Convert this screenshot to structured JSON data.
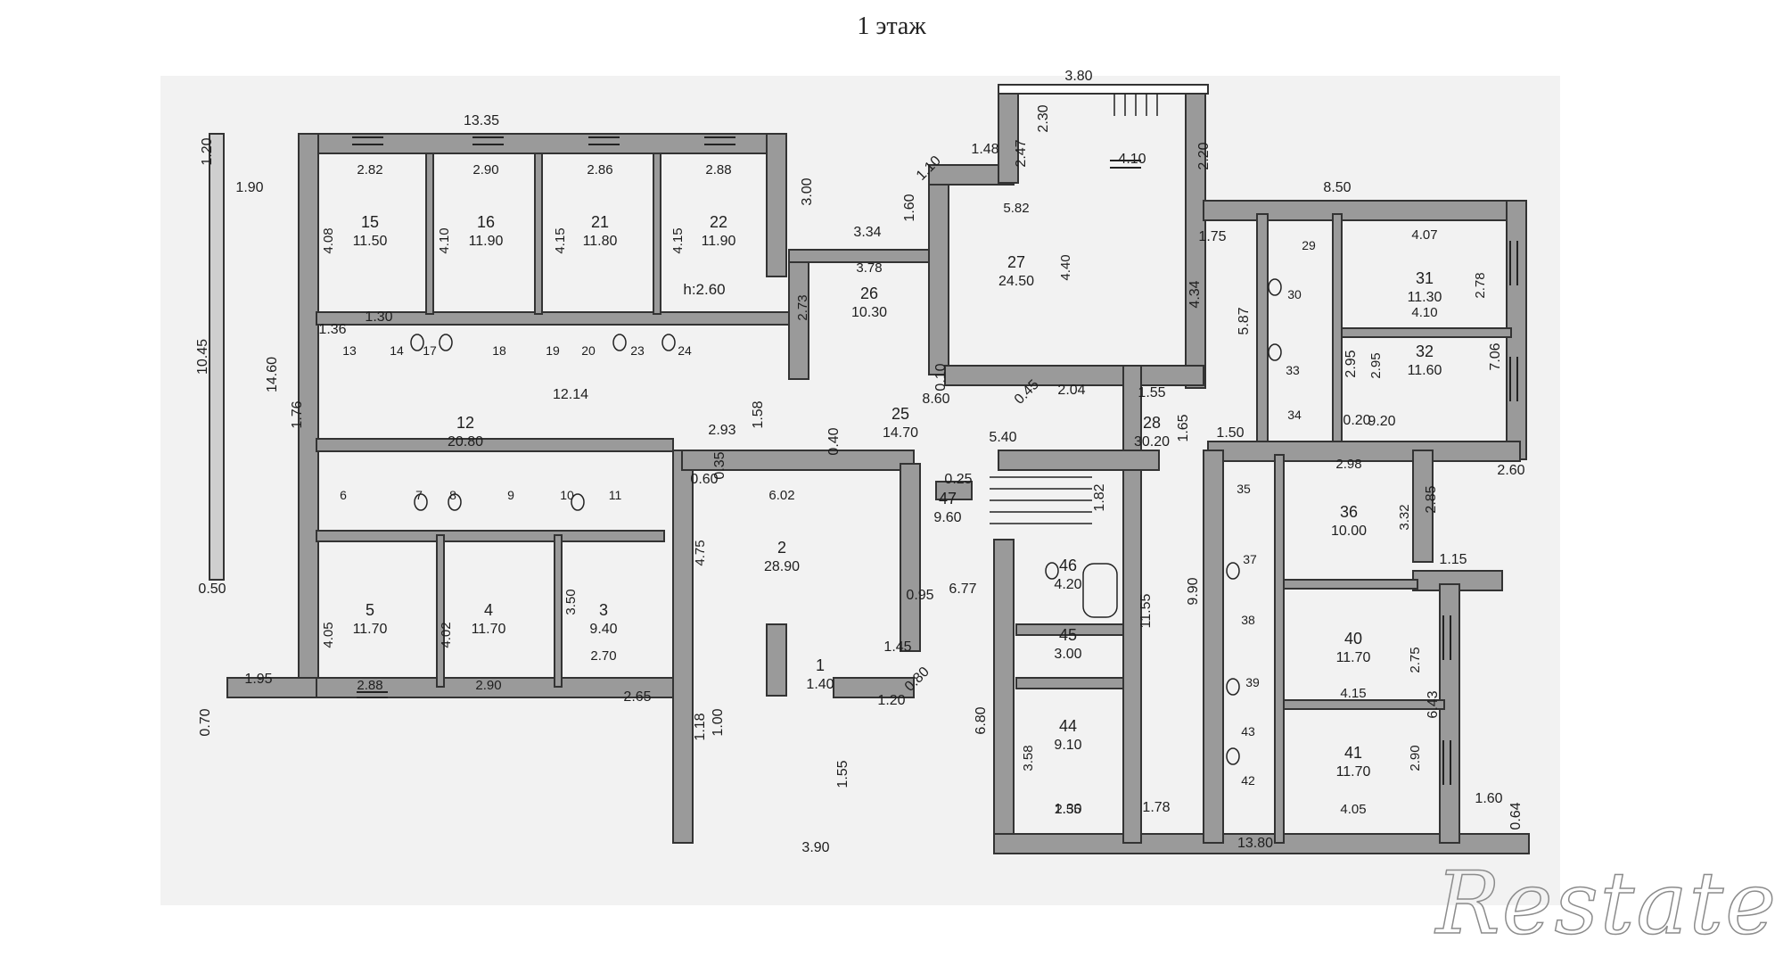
{
  "title": "1 этаж",
  "watermark": "Restate",
  "colors": {
    "wall": "#9a9a9a",
    "wall_stroke": "#333333",
    "ink": "#1e1e1e",
    "paper": "#f2f2f2"
  },
  "ceiling_height": "h:2.60",
  "dimensions": [
    "13.35",
    "1.20",
    "1.90",
    "10.45",
    "14.60",
    "0.50",
    "3.00",
    "1.10",
    "1.60",
    "1.48",
    "2.47",
    "2.30",
    "3.80",
    "4.10",
    "2.20",
    "8.50",
    "1.75",
    "5.87",
    "4.34",
    "7.06",
    "2.95",
    "9.20",
    "2.60",
    "0.20",
    "3.34",
    "1.36",
    "1.30",
    "12.14",
    "1.76",
    "1.58",
    "2.93",
    "5.40",
    "8.60",
    "0.10",
    "0.45",
    "2.04",
    "1.55",
    "1.50",
    "1.65",
    "0.60",
    "0.25",
    "0.35",
    "0.40",
    "1.82",
    "9.90",
    "11.55",
    "2.85",
    "1.15",
    "6.43",
    "1.78",
    "13.80",
    "1.60",
    "0.64",
    "0.70",
    "1.95",
    "2.65",
    "1.18",
    "1.00",
    "0.95",
    "1.20",
    "1.55",
    "3.90",
    "6.80",
    "6.77",
    "1.45",
    "0.80",
    "1.30",
    "2.55"
  ],
  "rooms": [
    {
      "num": "15",
      "area": "11.50",
      "w": "2.82",
      "h": "4.08"
    },
    {
      "num": "16",
      "area": "11.90",
      "w": "2.90",
      "h": "4.10"
    },
    {
      "num": "21",
      "area": "11.80",
      "w": "2.86",
      "h": "4.15"
    },
    {
      "num": "22",
      "area": "11.90",
      "w": "2.88",
      "h": "4.15"
    },
    {
      "num": "26",
      "area": "10.30",
      "w": "3.78",
      "h": "2.73"
    },
    {
      "num": "27",
      "area": "24.50",
      "w": "5.82",
      "h": "4.40"
    },
    {
      "num": "31",
      "area": "11.30",
      "w": "4.07",
      "h": "2.78"
    },
    {
      "num": "32",
      "area": "11.60",
      "w": "4.10",
      "h": "2.95"
    },
    {
      "num": "12",
      "area": "20.80"
    },
    {
      "num": "25",
      "area": "14.70"
    },
    {
      "num": "28",
      "area": "30.20"
    },
    {
      "num": "2",
      "area": "28.90",
      "w": "6.02",
      "h": "4.75"
    },
    {
      "num": "47",
      "area": "9.60"
    },
    {
      "num": "36",
      "area": "10.00",
      "w": "2.98",
      "h": "3.32"
    },
    {
      "num": "5",
      "area": "11.70",
      "w": "2.88",
      "h": "4.05"
    },
    {
      "num": "4",
      "area": "11.70",
      "w": "2.90",
      "h": "4.02"
    },
    {
      "num": "3",
      "area": "9.40",
      "w": "2.70",
      "h": "3.50"
    },
    {
      "num": "46",
      "area": "4.20"
    },
    {
      "num": "45",
      "area": "3.00"
    },
    {
      "num": "44",
      "area": "9.10",
      "w": "2.55",
      "h": "3.58"
    },
    {
      "num": "40",
      "area": "11.70",
      "w": "4.15",
      "h": "2.75"
    },
    {
      "num": "41",
      "area": "11.70",
      "w": "4.05",
      "h": "2.90"
    },
    {
      "num": "1",
      "area": "1.40"
    }
  ],
  "small_rooms": [
    "13",
    "14",
    "17",
    "18",
    "19",
    "20",
    "23",
    "24",
    "6",
    "7",
    "8",
    "9",
    "10",
    "11",
    "29",
    "30",
    "33",
    "34",
    "35",
    "37",
    "38",
    "39",
    "43",
    "42"
  ]
}
